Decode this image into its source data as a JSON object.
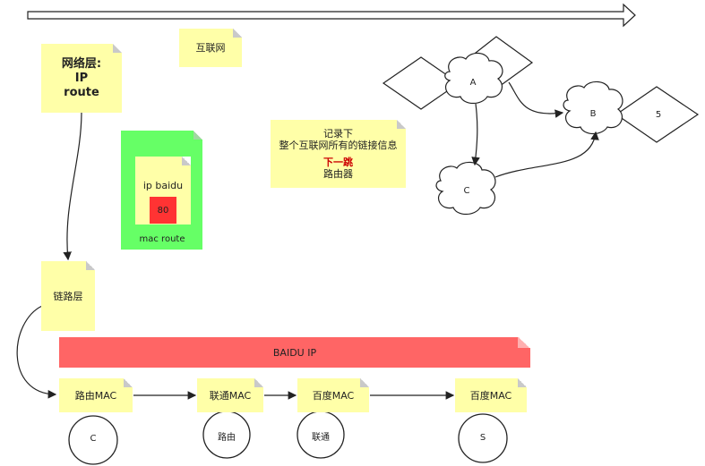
{
  "notes": {
    "network_layer": "网络层:\nIP\nroute",
    "internet": "互联网",
    "record": "记录下\n整个互联网所有的链接信息",
    "next_hop": "下一跳",
    "router": "路由器",
    "link_layer": "链路层",
    "ip_baidu": "ip  baidu",
    "port": "80",
    "mac_route": "mac  route",
    "baidu_ip": "BAIDU  IP"
  },
  "mac_chain": [
    {
      "label": "路由MAC",
      "node": "C"
    },
    {
      "label": "联通MAC",
      "node": "路由"
    },
    {
      "label": "百度MAC",
      "node": "联通"
    },
    {
      "label": "百度MAC",
      "node": "S"
    }
  ],
  "topology": {
    "cloud_a": "A",
    "cloud_b": "B",
    "cloud_c": "C",
    "diamond_5": "5"
  },
  "colors": {
    "note": "#ffffa8",
    "green": "#66ff66",
    "red_banner": "#ff6565",
    "small_red": "#ff3333"
  }
}
